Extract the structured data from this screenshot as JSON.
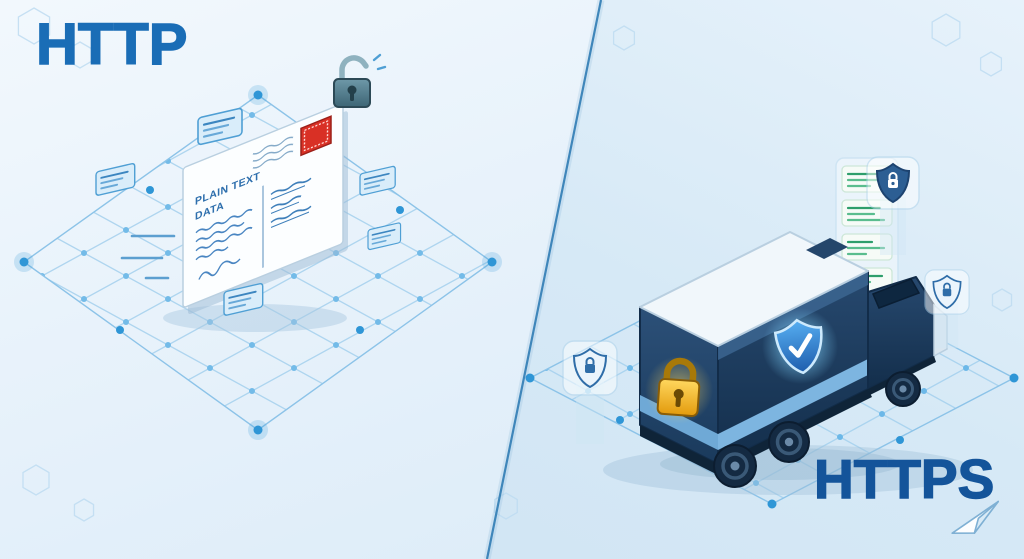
{
  "illustration": {
    "description": "HTTP vs HTTPS security comparison illustration",
    "left": {
      "title": "HTTP",
      "postcard": {
        "heading_line1": "PLAIN TEXT",
        "heading_line2": "DATA"
      }
    },
    "right": {
      "title": "HTTPS"
    }
  },
  "colors": {
    "http_title": "#1a6db6",
    "https_title": "#14549a",
    "divider": "#3f86ba",
    "background_left": "#e9f3fb",
    "background_right": "#d6e8f6",
    "grid_line": "#a8d2ee",
    "grid_node": "#66b5e6",
    "truck_body": "#1d3b5e",
    "truck_stripe": "#7db5e0",
    "padlock_gold": "#f0b429",
    "shield_blue": "#2f7fd0",
    "server_line_green": "#5abd8e",
    "stamp_red": "#d93025"
  },
  "icons": {
    "open_padlock": "unlocked padlock above postcard",
    "gold_padlock": "locked gold padlock on armored truck door",
    "shield_check": "glowing shield with checkmark on truck side",
    "shield_lock_small": "shield badges with padlock glyph",
    "data_packet": "small data/message cards on network",
    "server_list": "stacked record cards with green lines",
    "paper_plane": "paper plane in bottom-right corner",
    "stamp": "red postage stamp on postcard",
    "network_grid": "isometric network mesh with nodes",
    "hexagon": "faint hexagon outlines"
  }
}
